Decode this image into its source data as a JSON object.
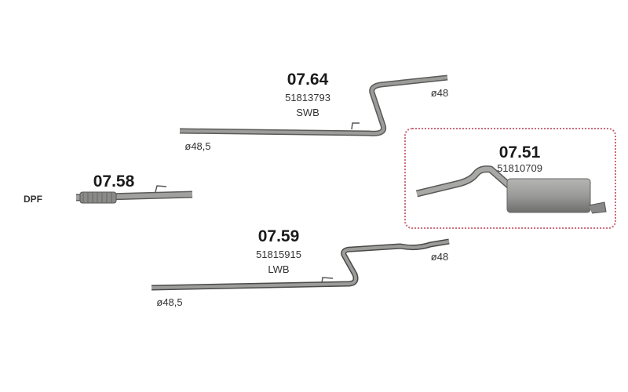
{
  "parts": [
    {
      "code": "07.64",
      "number": "51813793",
      "variant": "SWB",
      "diameter_in": "ø48,5",
      "diameter_out": "ø48"
    },
    {
      "code": "07.58",
      "label": "DPF"
    },
    {
      "code": "07.59",
      "number": "51815915",
      "variant": "LWB",
      "diameter_in": "ø48,5",
      "diameter_out": "ø48"
    },
    {
      "code": "07.51",
      "number": "51810709",
      "highlighted": true
    }
  ],
  "colors": {
    "pipe": "#8a8a88",
    "pipe_edge": "#5a5a58",
    "highlight_border": "#c96a7a"
  }
}
